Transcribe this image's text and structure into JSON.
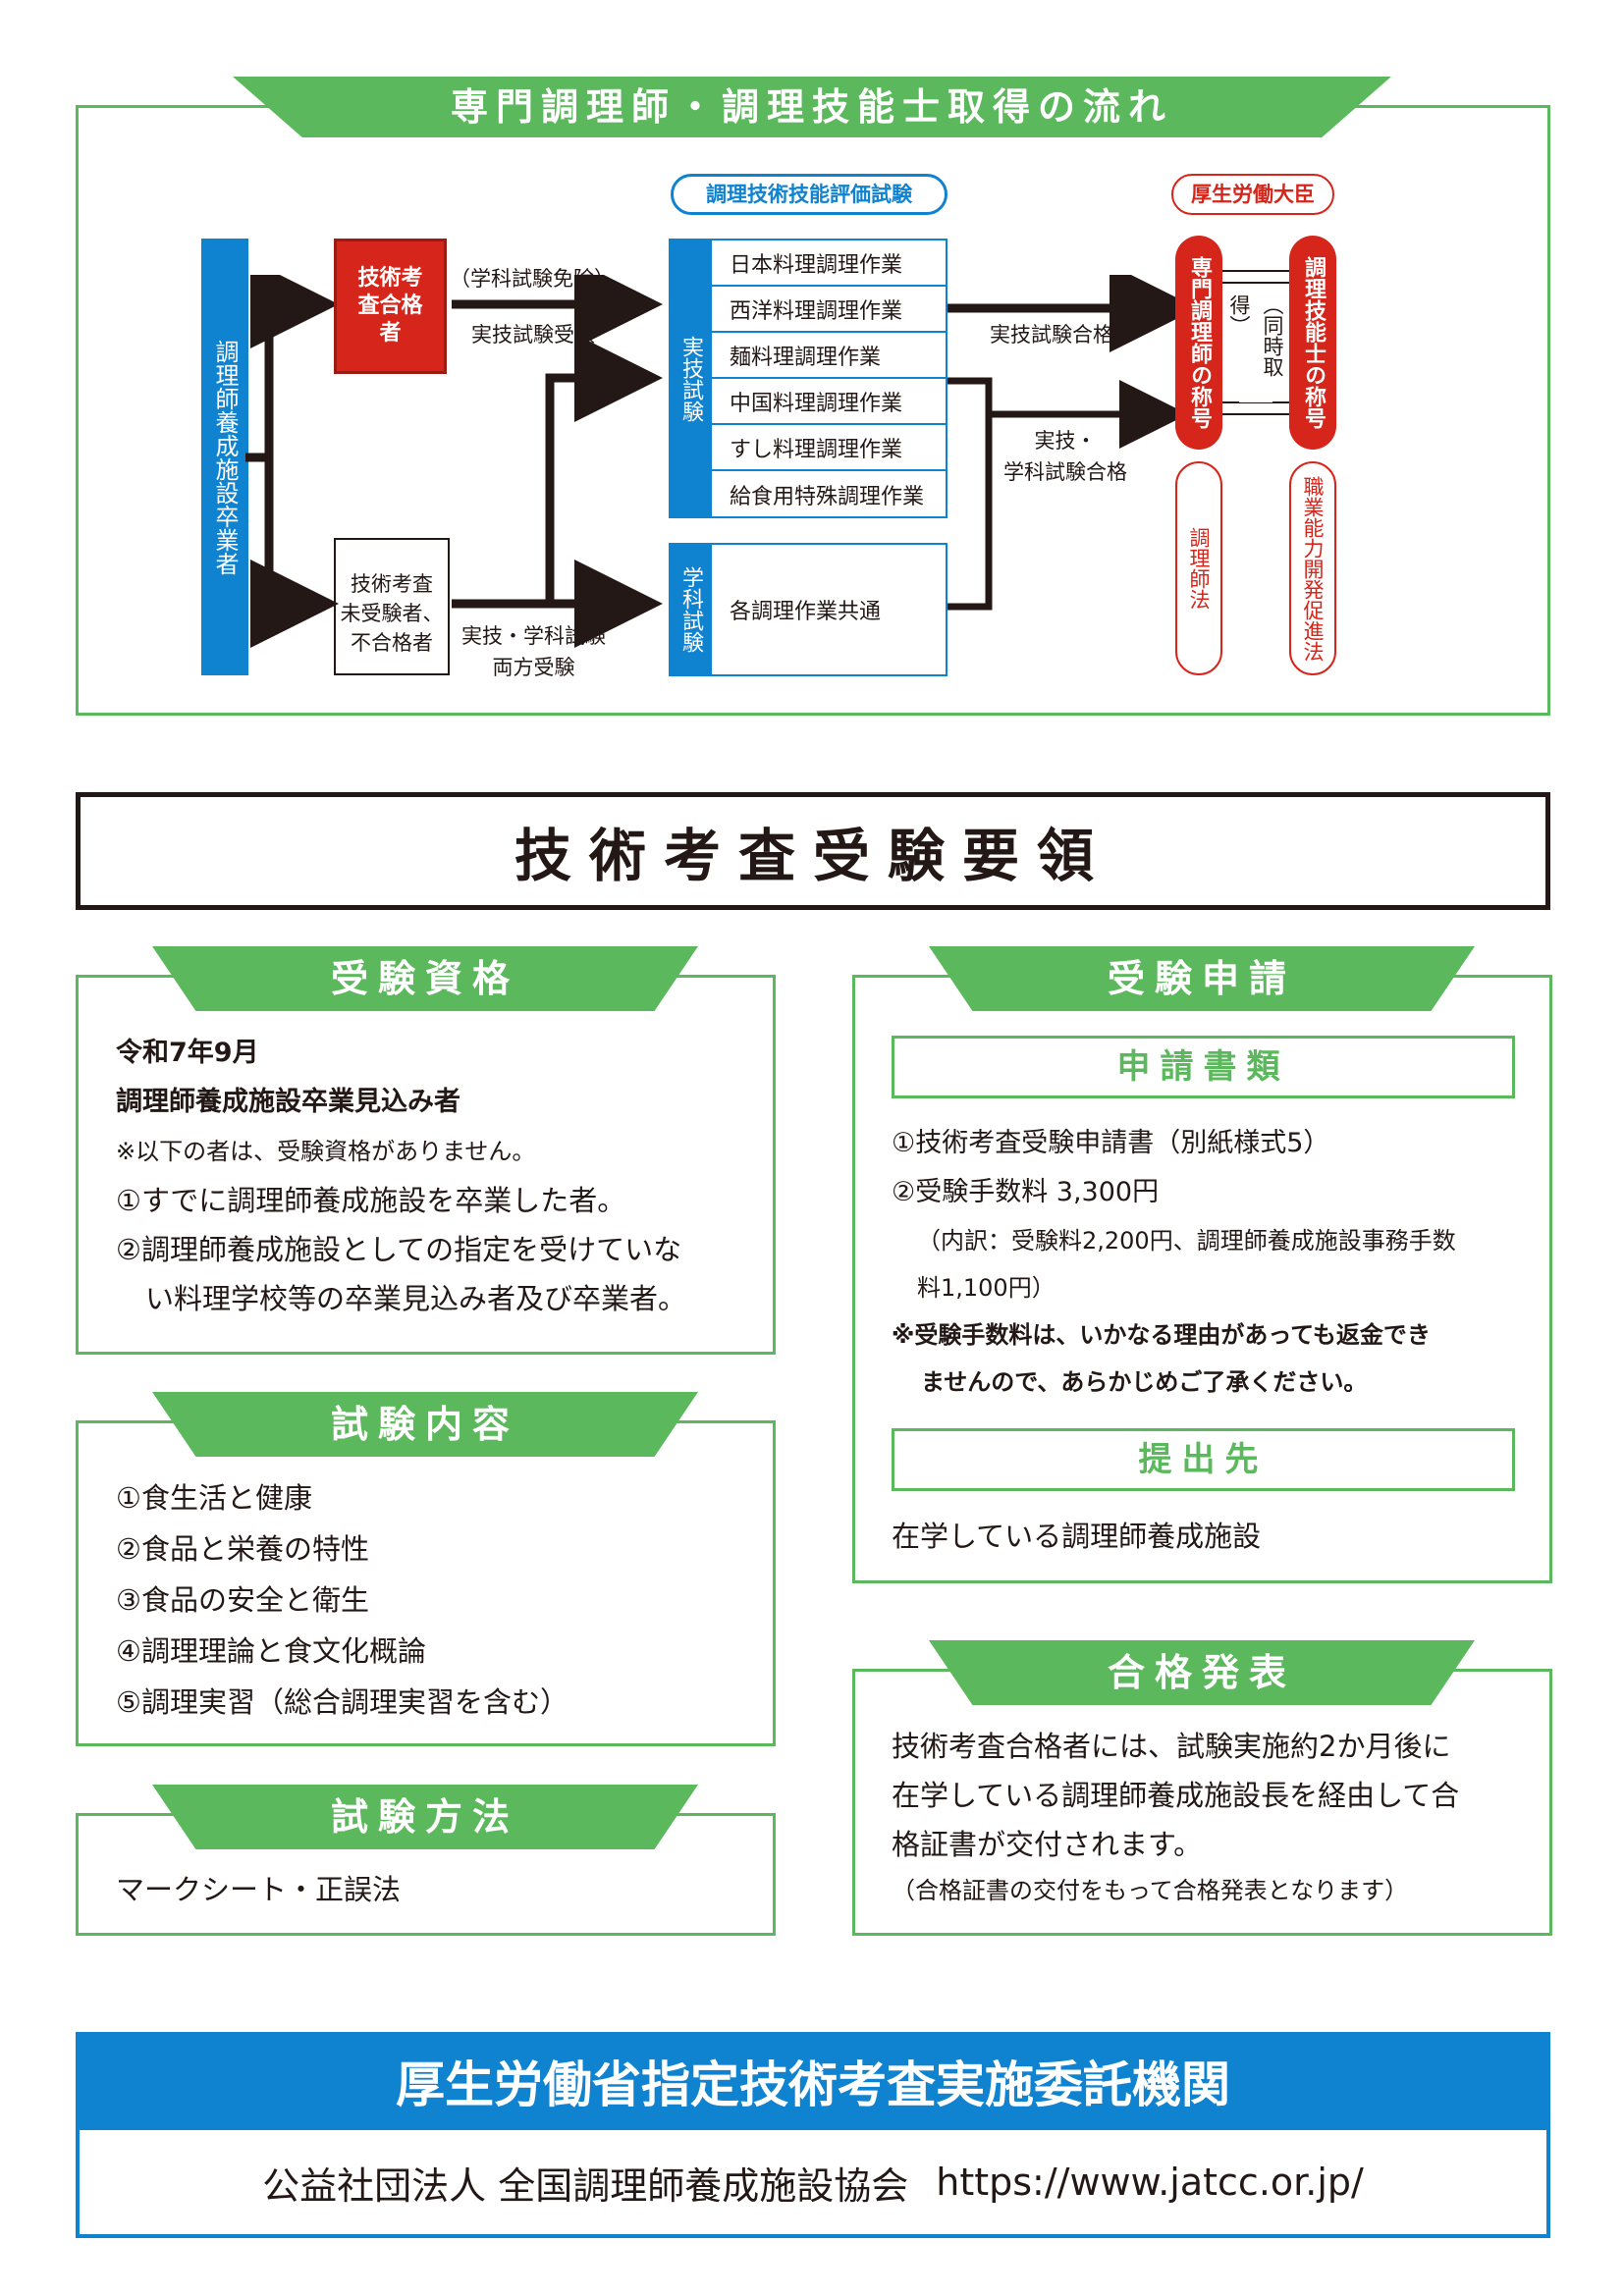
{
  "flow": {
    "title": "専門調理師・調理技能士取得の流れ",
    "graduates": "調理師養成施設卒業者",
    "passed_box": "技術考査合格者",
    "not_taken_box": [
      "技術考査",
      "未受験者、",
      "不合格者"
    ],
    "label_exempt": "（学科試験免除）",
    "label_practical": "実技試験受験",
    "label_both": [
      "実技・学科試験",
      "両方受験"
    ],
    "exam_header": "調理技術技能評価試験",
    "practical_label": "実技試験",
    "written_label": "学科試験",
    "practical_items": [
      "日本料理調理作業",
      "西洋料理調理作業",
      "麺料理調理作業",
      "中国料理調理作業",
      "すし料理調理作業",
      "給食用特殊調理作業"
    ],
    "written_item": "各調理作業共通",
    "label_practical_pass": "実技試験合格",
    "label_both_pass": [
      "実技・",
      "学科試験合格"
    ],
    "minister": "厚生労働大臣",
    "title_specialist": "専門調理師の称号",
    "title_skill": "調理技能士の称号",
    "simultaneous": "（同時取得）",
    "law_cook": "調理師法",
    "law_vocational": "職業能力開発促進法"
  },
  "guide": {
    "title": "技術考査受験要領"
  },
  "eligibility": {
    "heading": "受験資格",
    "line1": "令和7年9月",
    "line2": "調理師養成施設卒業見込み者",
    "note": "※以下の者は、受験資格がありません。",
    "item1": "①すでに調理師養成施設を卒業した者。",
    "item2a": "②調理師養成施設としての指定を受けていな",
    "item2b": "い料理学校等の卒業見込み者及び卒業者。"
  },
  "content": {
    "heading": "試験内容",
    "items": [
      "①食生活と健康",
      "②食品と栄養の特性",
      "③食品の安全と衛生",
      "④調理理論と食文化概論",
      "⑤調理実習（総合調理実習を含む）"
    ]
  },
  "method": {
    "heading": "試験方法",
    "text": "マークシート・正誤法"
  },
  "application": {
    "heading": "受験申請",
    "docs_heading": "申請書類",
    "doc1": "①技術考査受験申請書（別紙様式5）",
    "doc2": "②受験手数料 3,300円",
    "breakdown_a": "（内訳：受験料2,200円、調理師養成施設事務手数",
    "breakdown_b": "料1,100円）",
    "refund_a": "※受験手数料は、いかなる理由があっても返金でき",
    "refund_b": "ませんので、あらかじめご了承ください。",
    "submit_heading": "提出先",
    "submit_text": "在学している調理師養成施設"
  },
  "result": {
    "heading": "合格発表",
    "line1": "技術考査合格者には、試験実施約2か月後に",
    "line2": "在学している調理師養成施設長を経由して合",
    "line3": "格証書が交付されます。",
    "note": "（合格証書の交付をもって合格発表となります）"
  },
  "footer": {
    "title": "厚生労働省指定技術考査実施委託機関",
    "org": "公益社団法人 全国調理師養成施設協会",
    "url": "https://www.jatcc.or.jp/"
  },
  "colors": {
    "green": "#5cb85c",
    "blue": "#0f82d0",
    "red": "#d6251a"
  }
}
